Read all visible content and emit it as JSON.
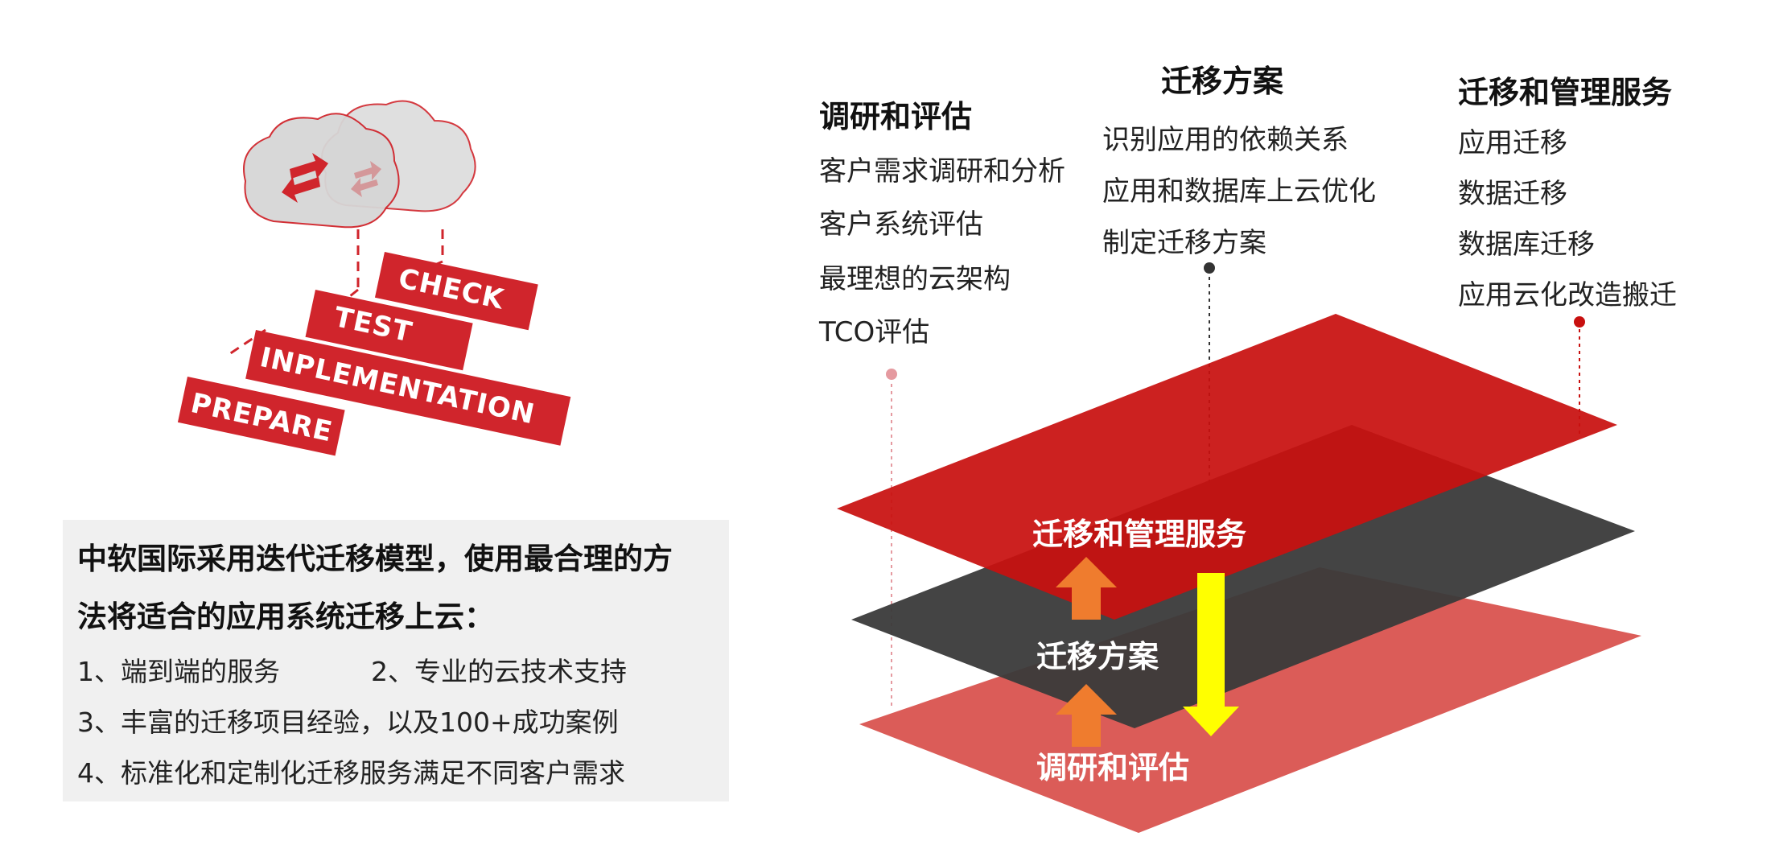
{
  "phases": {
    "check": "CHECK",
    "test": "TEST",
    "implementation": "INPLEMENTATION",
    "prepare": "PREPARE"
  },
  "info": {
    "heading_line1": "中软国际采用迭代迁移模型，使用最合理的方",
    "heading_line2": "法将适合的应用系统迁移上云：",
    "items": [
      "1、端到端的服务",
      "2、专业的云技术支持",
      "3、丰富的迁移项目经验，以及100+成功案例",
      "4、标准化和定制化迁移服务满足不同客户需求"
    ]
  },
  "columns": [
    {
      "title": "调研和评估",
      "items": [
        "客户需求调研和分析",
        "客户系统评估",
        "最理想的云架构",
        "TCO评估"
      ]
    },
    {
      "title": "迁移方案",
      "items": [
        "识别应用的依赖关系",
        "应用和数据库上云优化",
        "制定迁移方案"
      ]
    },
    {
      "title": "迁移和管理服务",
      "items": [
        "应用迁移",
        "数据迁移",
        "数据库迁移",
        "应用云化改造搬迁"
      ]
    }
  ],
  "layers": {
    "top": "迁移和管理服务",
    "middle": "迁移方案",
    "bottom": "调研和评估"
  },
  "colors": {
    "brand_red": "#d0252c",
    "layer_top": "#c8100f",
    "layer_middle": "#3a3a3a",
    "layer_bottom": "#d9534f",
    "up_arrow": "#ef7c2e",
    "down_arrow": "#ffff00",
    "box_bg": "#f0f0f0"
  }
}
